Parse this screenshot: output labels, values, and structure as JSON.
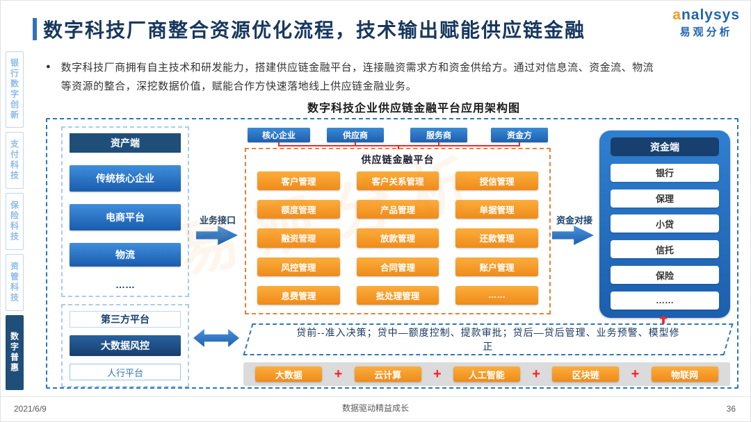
{
  "colors": {
    "primary_blue": "#2E75B6",
    "dark_navy": "#1F4E79",
    "box_blue": "#1E5FAF",
    "orange": "#F59A23",
    "red": "#FF2222",
    "logo_blue": "#1F64B0",
    "tech_bar_gray": "#DBDBDB"
  },
  "header": {
    "title": "数字科技厂商整合资源优化流程，技术输出赋能供应链金融",
    "logo": {
      "wordmark": "analysys",
      "chinese": "易观分析"
    }
  },
  "intro": {
    "marker": "●",
    "text": "数字科技厂商拥有自主技术和研发能力，搭建供应链金融平台，连接融资需求方和资金供给方。通过对信息流、资金流、物流等资源的整合，深挖数据价值，赋能合作方快速落地线上供应链金融业务。"
  },
  "caption": "数字科技企业供应链金融平台应用架构图",
  "sidebar": {
    "tabs": [
      "银行数字创新",
      "支付科技",
      "保险科技",
      "资管科技",
      "数字普惠"
    ],
    "active_tab": "数字普惠"
  },
  "diagram": {
    "asset_panel": {
      "title": "资产端",
      "items": [
        "传统核心企业",
        "电商平台",
        "物流"
      ],
      "more": "……"
    },
    "third_party_panel": {
      "title": "第三方平台",
      "primary": "大数据风控",
      "secondary": "人行平台"
    },
    "flow_left_label": "业务接口",
    "flow_right_label": "资金对接",
    "participants": [
      "核心企业",
      "供应商",
      "服务商",
      "资金方"
    ],
    "platform": {
      "title": "供应链金融平台",
      "col1": [
        "客户管理",
        "额度管理",
        "融资管理",
        "风控管理",
        "息费管理"
      ],
      "col2": [
        "客户关系管理",
        "产品管理",
        "放款管理",
        "合同管理",
        "批处理管理"
      ],
      "col3": [
        "授信管理",
        "单据管理",
        "还款管理",
        "账户管理",
        "……"
      ]
    },
    "funding_panel": {
      "title": "资金端",
      "items": [
        "银行",
        "保理",
        "小贷",
        "信托",
        "保险",
        "……"
      ]
    },
    "risk_note": "贷前--准入决策；贷中—额度控制、提款审批；贷后—贷后管理、业务预警、模型修正",
    "tech_bar": {
      "items": [
        "大数据",
        "云计算",
        "人工智能",
        "区块链",
        "物联网"
      ],
      "separator": "+"
    }
  },
  "watermark": "易观分析",
  "footer": {
    "date": "2021/6/9",
    "slogan": "数据驱动精益成长",
    "page": "36"
  }
}
